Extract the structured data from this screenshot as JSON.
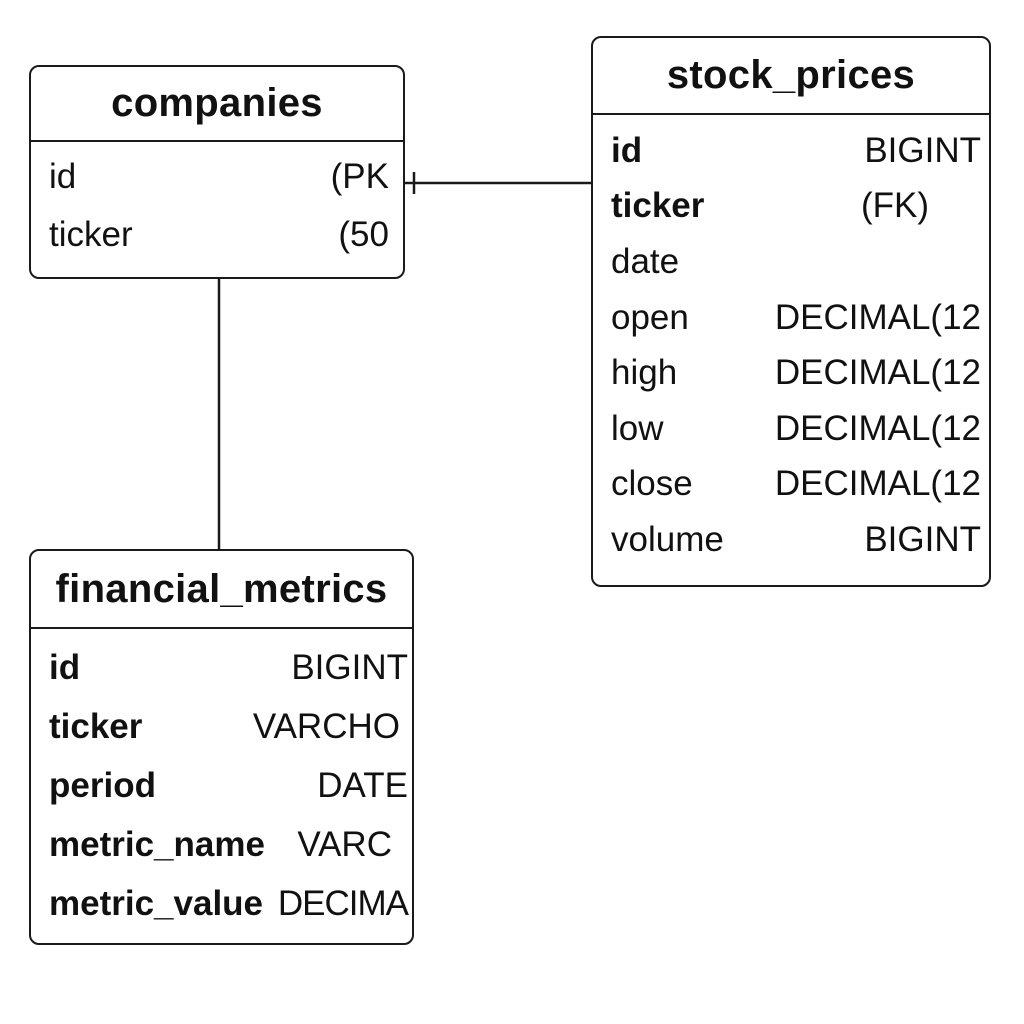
{
  "tables": {
    "companies": {
      "title": "companies",
      "columns": [
        {
          "name": "id",
          "type": "(PK"
        },
        {
          "name": "ticker",
          "type": "(50"
        }
      ]
    },
    "stock_prices": {
      "title": "stock_prices",
      "columns": [
        {
          "name": "id",
          "type": "BIGINT"
        },
        {
          "name": "ticker",
          "type": "(FK)"
        },
        {
          "name": "date",
          "type": ""
        },
        {
          "name": "open",
          "type": "DECIMAL(12"
        },
        {
          "name": "high",
          "type": "DECIMAL(12"
        },
        {
          "name": "low",
          "type": "DECIMAL(12"
        },
        {
          "name": "close",
          "type": "DECIMAL(12"
        },
        {
          "name": "volume",
          "type": "BIGINT"
        }
      ]
    },
    "financial_metrics": {
      "title": "financial_metrics",
      "columns": [
        {
          "name": "id",
          "type": "BIGINT"
        },
        {
          "name": "ticker",
          "type": "VARCHO"
        },
        {
          "name": "period",
          "type": "DATE"
        },
        {
          "name": "metric_name",
          "type": "VARC"
        },
        {
          "name": "metric_value",
          "type": "DECIMA"
        }
      ]
    }
  },
  "colors": {
    "line": "#1a1a1a",
    "background": "#ffffff",
    "text": "#111111"
  }
}
